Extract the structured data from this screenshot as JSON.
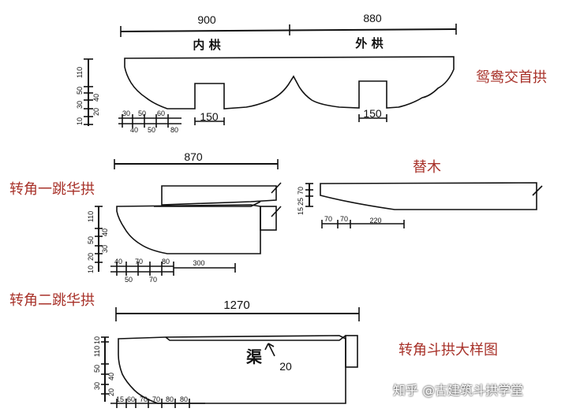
{
  "labels": {
    "yuanyang": "鸳鸯交首拱",
    "timu": "替木",
    "zhuanjiao_yi": "转角一跳华拱",
    "zhuanjiao_er": "转角二跳华拱",
    "dayang": "转角斗拱大样图"
  },
  "watermark": "知乎 @古建筑斗拱学堂",
  "yuanyang": {
    "top_dims": [
      "900",
      "880"
    ],
    "handwritten": [
      "内 栱",
      "外 栱"
    ],
    "mortise_widths": [
      "150",
      "150"
    ],
    "vertical_dims": [
      "110",
      "50",
      "30",
      "40",
      "20",
      "10"
    ],
    "bottom_dims_row1": [
      "30",
      "50",
      "60"
    ],
    "bottom_dims_row2": [
      "40",
      "50",
      "80"
    ]
  },
  "zhuanjiao_yi": {
    "length": "870",
    "vertical_dims": [
      "110",
      "40",
      "50",
      "30",
      "20",
      "10"
    ],
    "bottom_dims_row1": [
      "40",
      "70",
      "80",
      "300"
    ],
    "bottom_dims_row2": [
      "50",
      "70"
    ]
  },
  "timu": {
    "vertical_dims": [
      "15",
      "25",
      "70"
    ],
    "bottom_dims": [
      "70",
      "70",
      "220"
    ]
  },
  "zhuanjiao_er": {
    "length": "1270",
    "handwritten": "渠",
    "groove_depth": "20",
    "vertical_dims": [
      "10",
      "110",
      "50",
      "40",
      "30",
      "20"
    ],
    "bottom_dims": [
      "15",
      "60",
      "70",
      "70",
      "80",
      "80"
    ]
  },
  "colors": {
    "label": "#a8322a",
    "line": "#111111"
  }
}
